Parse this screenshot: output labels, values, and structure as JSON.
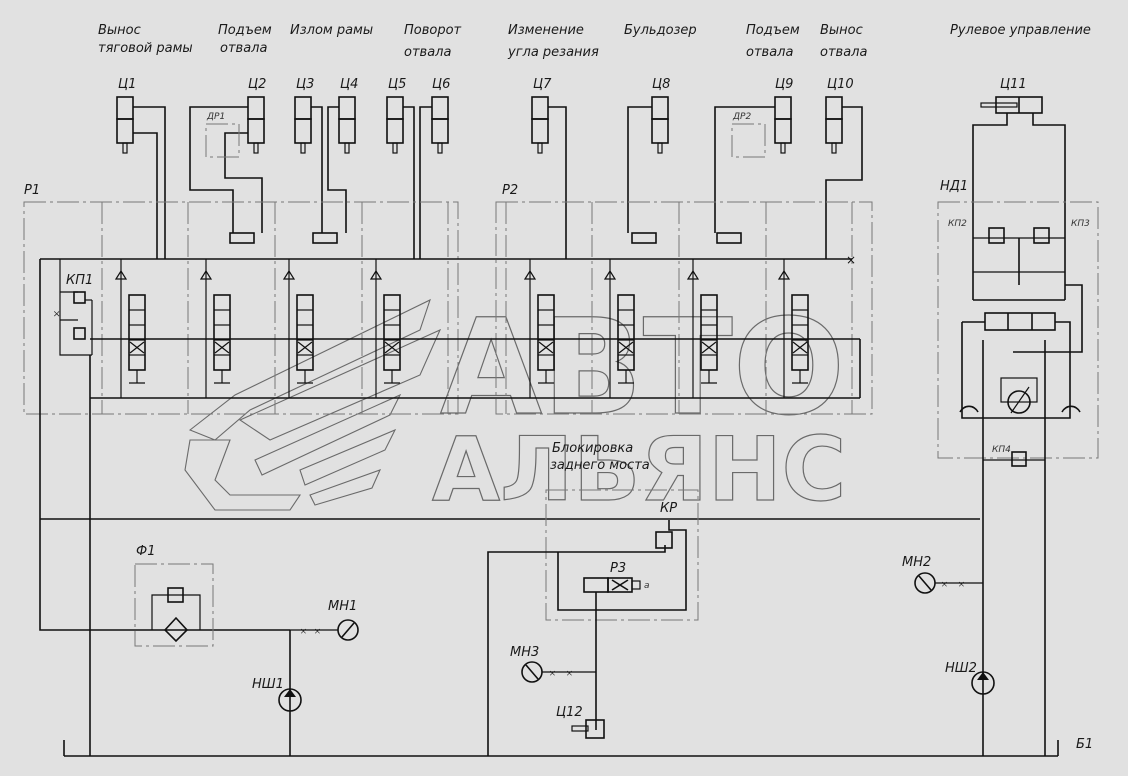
{
  "diagram": {
    "type": "hydraulic schematic",
    "watermark": {
      "line1": "АВТО",
      "line2": "АЛЬЯНС"
    },
    "section_titles": [
      {
        "id": "t1",
        "text1": "Вынос",
        "text2": "тяговой рамы"
      },
      {
        "id": "t2",
        "text1": "Подъем",
        "text2": "отвала"
      },
      {
        "id": "t3",
        "text1": "Излом рамы",
        "text2": ""
      },
      {
        "id": "t4",
        "text1": "Поворот",
        "text2": "отвала"
      },
      {
        "id": "t5",
        "text1": "Изменение",
        "text2": "угла резания"
      },
      {
        "id": "t6",
        "text1": "Бульдозер",
        "text2": ""
      },
      {
        "id": "t7",
        "text1": "Подъем",
        "text2": "отвала"
      },
      {
        "id": "t8",
        "text1": "Вынос",
        "text2": "отвала"
      },
      {
        "id": "t9",
        "text1": "Рулевое управление",
        "text2": ""
      },
      {
        "id": "t10",
        "text1": "Блокировка",
        "text2": "заднего моста"
      }
    ],
    "cylinders": [
      "Ц1",
      "Ц2",
      "Ц3",
      "Ц4",
      "Ц5",
      "Ц6",
      "Ц7",
      "Ц8",
      "Ц9",
      "Ц10",
      "Ц11",
      "Ц12"
    ],
    "throttles": [
      "ДР1",
      "ДР2"
    ],
    "distributors": [
      "Р1",
      "Р2",
      "Р3"
    ],
    "relief_valves": [
      "КП1",
      "КП2",
      "КП3",
      "КП4"
    ],
    "pressure_valve": "КР",
    "steering_unit": "НД1",
    "filter": "Ф1",
    "gauges": [
      "МН1",
      "МН2",
      "МН3"
    ],
    "pumps": [
      "НШ1",
      "НШ2"
    ],
    "tank": "Б1",
    "solenoid_label": "a"
  }
}
